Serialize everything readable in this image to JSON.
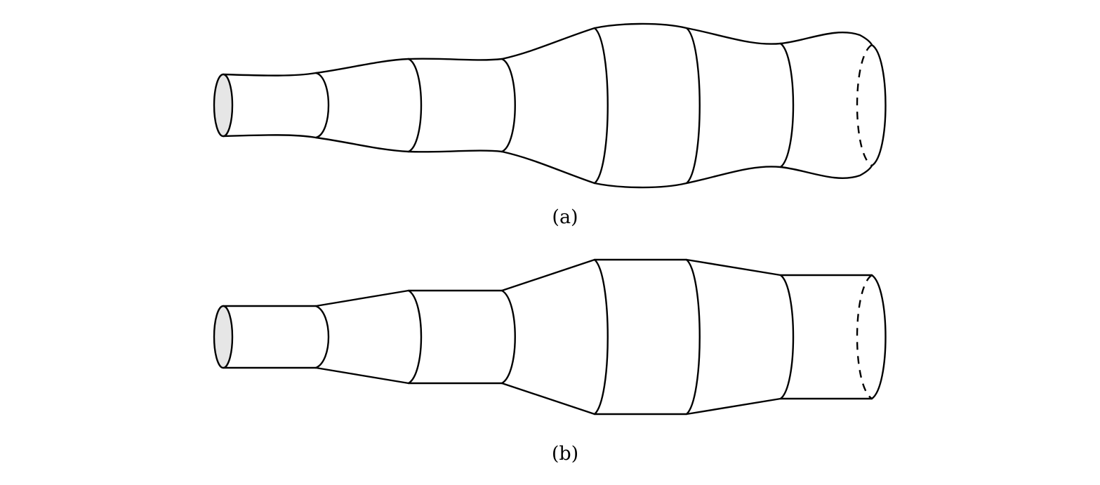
{
  "figure": {
    "panels": [
      {
        "id": "a",
        "caption": "(a)",
        "profile": "smooth"
      },
      {
        "id": "b",
        "caption": "(b)",
        "profile": "piecewise-linear"
      }
    ],
    "colors": {
      "stroke": "#000000",
      "endcap_fill": "#e6e6e6",
      "background": "#ffffff"
    }
  }
}
